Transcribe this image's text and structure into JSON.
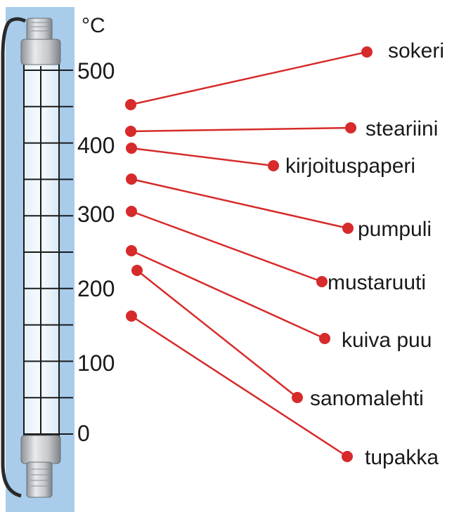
{
  "thermometer": {
    "unit": "°C",
    "scale_labels": [
      "500",
      "400",
      "300",
      "200",
      "100",
      "0"
    ]
  },
  "substances": [
    {
      "name": "sokeri",
      "ignition_c": 450
    },
    {
      "name": "steariini",
      "ignition_c": 410
    },
    {
      "name": "kirjoituspaperi",
      "ignition_c": 390
    },
    {
      "name": "pumpuli",
      "ignition_c": 350
    },
    {
      "name": "mustaruuti",
      "ignition_c": 300
    },
    {
      "name": "kuiva puu",
      "ignition_c": 250
    },
    {
      "name": "sanomalehti",
      "ignition_c": 220
    },
    {
      "name": "tupakka",
      "ignition_c": 160
    }
  ],
  "colors": {
    "thermometer_blue": "#a8ccea",
    "grid_line": "#1a1a1a",
    "connector_red": "#d72a2a",
    "text": "#1a1a1a"
  }
}
